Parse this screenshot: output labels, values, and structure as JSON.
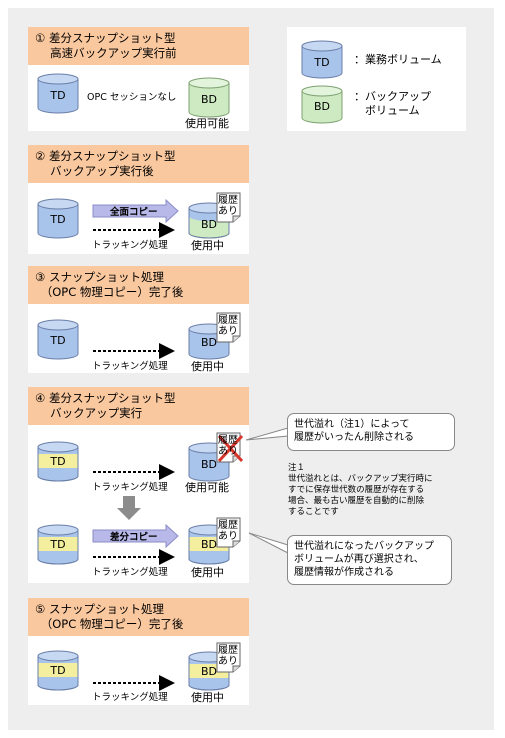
{
  "colors": {
    "background": "#eeeeee",
    "panel_title": "#f9c89f",
    "blue_volume": "#a9c4ea",
    "green_volume": "#cdeac2",
    "yellow_band": "#f3ef9f",
    "copy_arrow": "#b8b9e8",
    "delete_mark": "#d9362c"
  },
  "legend": {
    "td_label": "TD",
    "td_desc": "：業務ボリューム",
    "bd_label": "BD",
    "bd_desc": "：バックアップ\n　ボリューム"
  },
  "panels": [
    {
      "title": "① 差分スナップショット型\n　 高速バックアップ実行前",
      "td": "TD",
      "bd": "BD",
      "middle_text": "OPC セッションなし",
      "status": "使用可能"
    },
    {
      "title": "② 差分スナップショット型\n　 バックアップ実行後",
      "td": "TD",
      "bd": "BD",
      "copy_label": "全面コピー",
      "tracking": "トラッキング処理",
      "history": "履歴\nあり",
      "status": "使用中"
    },
    {
      "title": "③ スナップショット処理\n　（OPC 物理コピー）完了後",
      "td": "TD",
      "bd": "BD",
      "tracking": "トラッキング処理",
      "history": "履歴\nあり",
      "status": "使用中"
    },
    {
      "title": "④ 差分スナップショット型\n　 バックアップ実行",
      "td": "TD",
      "bd": "BD",
      "tracking": "トラッキング処理",
      "history": "履歴\nあり",
      "status_top": "使用可能",
      "td2": "TD",
      "bd2": "BD",
      "copy_label": "差分コピー",
      "tracking2": "トラッキング処理",
      "history2": "履歴\nあり",
      "status_bottom": "使用中"
    },
    {
      "title": "⑤ スナップショット処理\n　（OPC 物理コピー）完了後",
      "td": "TD",
      "bd": "BD",
      "tracking": "トラッキング処理",
      "history": "履歴\nあり",
      "status": "使用中"
    }
  ],
  "callout1": "世代溢れ（注1）によって\n履歴がいったん削除される",
  "note": "注１\n世代溢れとは、バックアップ実行時に\nすでに保存世代数の履歴が存在する\n場合、最も古い履歴を自動的に削除\nすることです",
  "callout2": "世代溢れになったバックアップ\nボリュームが再び選択され、\n履歴情報が作成される"
}
